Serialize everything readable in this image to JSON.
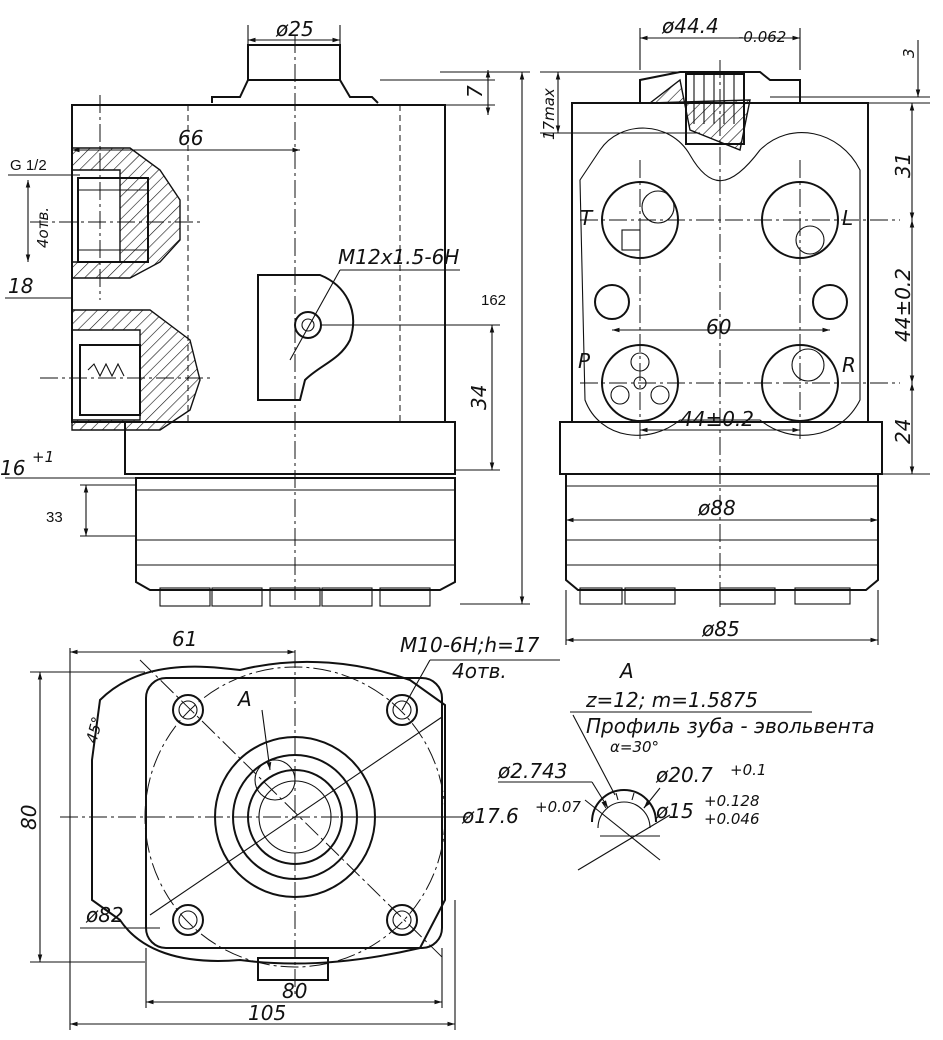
{
  "front_view": {
    "d_shaft": "ø25",
    "dim_7": "7",
    "dim_66": "66",
    "thread_g": "G 1/2",
    "holes_4": "4отв.",
    "thread_m12": "M12x1.5-6H",
    "dim_18": "18",
    "dim_162": "162",
    "dim_34": "34",
    "dim_16": "16",
    "tol_16": "+1",
    "dim_33": "33"
  },
  "side_view": {
    "d_44": "ø44.4",
    "tol_44": "-0.062",
    "dim_3": "3",
    "dim_17max": "17max",
    "dim_31": "31",
    "port_t": "T",
    "port_l": "L",
    "port_p": "P",
    "port_r": "R",
    "dim_60": "60",
    "dim_44_02_v": "44±0.2",
    "dim_44_02_h": "44±0.2",
    "dim_24": "24",
    "d_88": "ø88",
    "d_85": "ø85"
  },
  "plan_view": {
    "dim_61": "61",
    "angle_45": "45°",
    "thread_m10": "M10-6H;h=17",
    "holes_4": "4отв.",
    "label_a": "A",
    "dim_80_v": "80",
    "d_176": "ø17.6",
    "d_82": "ø82",
    "dim_80_h": "80",
    "dim_105": "105"
  },
  "detail_a": {
    "title": "A",
    "teeth": "z=12; m=1.5875",
    "profile": "Профиль зуба - эвольвента",
    "alpha": "α=30°",
    "d_2743": "ø2.743",
    "tol_2743": "+0.07",
    "d_207": "ø20.7",
    "tol_207": "+0.1",
    "d_15": "ø15",
    "tol_15_up": "+0.128",
    "tol_15_lo": "+0.046"
  }
}
